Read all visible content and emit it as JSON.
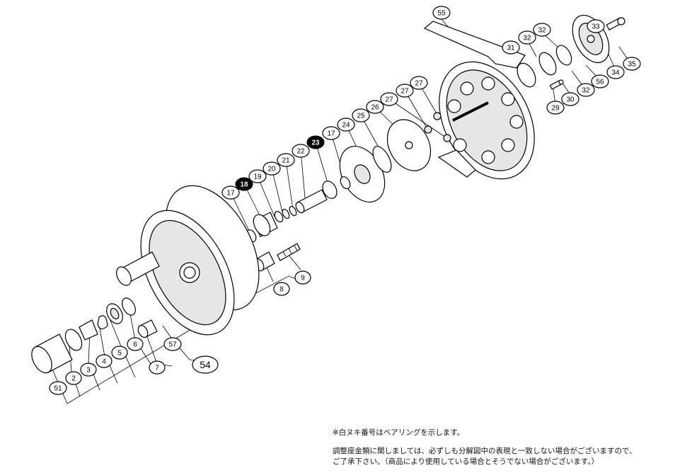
{
  "callouts": [
    {
      "id": "c55",
      "label": "55",
      "inverted": false
    },
    {
      "id": "c32a",
      "label": "32",
      "inverted": false
    },
    {
      "id": "c32b",
      "label": "32",
      "inverted": false
    },
    {
      "id": "c31",
      "label": "31",
      "inverted": false
    },
    {
      "id": "c33",
      "label": "33",
      "inverted": false
    },
    {
      "id": "c35",
      "label": "35",
      "inverted": false
    },
    {
      "id": "c34",
      "label": "34",
      "inverted": false
    },
    {
      "id": "c56",
      "label": "56",
      "inverted": false
    },
    {
      "id": "c32c",
      "label": "32",
      "inverted": false
    },
    {
      "id": "c30",
      "label": "30",
      "inverted": false
    },
    {
      "id": "c29",
      "label": "29",
      "inverted": false
    },
    {
      "id": "c27a",
      "label": "27",
      "inverted": false
    },
    {
      "id": "c27b",
      "label": "27",
      "inverted": false
    },
    {
      "id": "c27c",
      "label": "27",
      "inverted": false
    },
    {
      "id": "c26",
      "label": "26",
      "inverted": false
    },
    {
      "id": "c25",
      "label": "25",
      "inverted": false
    },
    {
      "id": "c24",
      "label": "24",
      "inverted": false
    },
    {
      "id": "c17a",
      "label": "17",
      "inverted": false
    },
    {
      "id": "c23",
      "label": "23",
      "inverted": true
    },
    {
      "id": "c22",
      "label": "22",
      "inverted": false
    },
    {
      "id": "c21",
      "label": "21",
      "inverted": false
    },
    {
      "id": "c20",
      "label": "20",
      "inverted": false
    },
    {
      "id": "c19",
      "label": "19",
      "inverted": false
    },
    {
      "id": "c18",
      "label": "18",
      "inverted": true
    },
    {
      "id": "c17b",
      "label": "17",
      "inverted": false
    },
    {
      "id": "c9",
      "label": "9",
      "inverted": false
    },
    {
      "id": "c8",
      "label": "8",
      "inverted": false
    },
    {
      "id": "c6",
      "label": "6",
      "inverted": false
    },
    {
      "id": "c57",
      "label": "57",
      "inverted": false
    },
    {
      "id": "c7",
      "label": "7",
      "inverted": false
    },
    {
      "id": "c54",
      "label": "54",
      "inverted": false
    },
    {
      "id": "c5",
      "label": "5",
      "inverted": false
    },
    {
      "id": "c4",
      "label": "4",
      "inverted": false
    },
    {
      "id": "c3",
      "label": "3",
      "inverted": false
    },
    {
      "id": "c2",
      "label": "2",
      "inverted": false
    },
    {
      "id": "c51",
      "label": "51",
      "inverted": false
    }
  ],
  "notes": {
    "bearing_note": "※白ヌキ番号はベアリングを示します。",
    "disclaimer_line1": "調整座金類に関しましては、必ずしも分解図中の表現と一致しない場合がございますので、",
    "disclaimer_line2": "ご了承下さい。（商品により使用している場合とそうでない場合がございます。）"
  }
}
